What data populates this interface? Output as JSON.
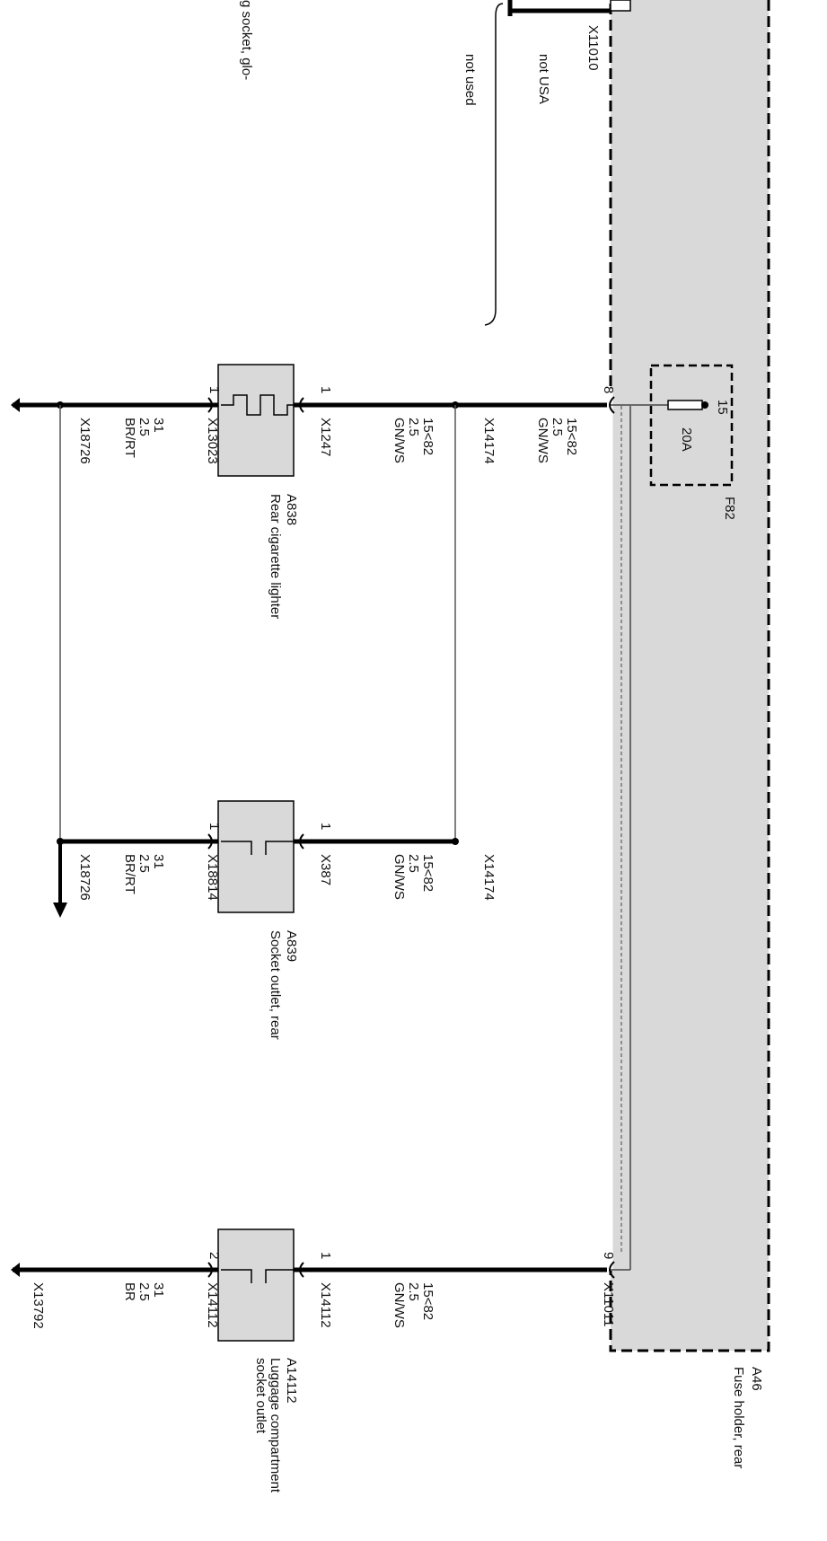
{
  "fuse_holder": {
    "id": "A46",
    "name": "Fuse holder, rear"
  },
  "fuse": {
    "id": "F82",
    "terminal": "15",
    "rating": "20A"
  },
  "top_branch": {
    "fragment": "g socket, glo-",
    "note_not_used": "not used",
    "note_not_usa": "not USA",
    "connector": "X11010"
  },
  "feed_8": {
    "pin": "8",
    "wire_sig": "15<82",
    "wire_size": "2.5",
    "wire_color": "GN/WS",
    "splice": "X14174"
  },
  "lighter": {
    "id": "A838",
    "name": "Rear cigarette lighter",
    "pin_in": "1",
    "connector_in": "X1247",
    "wire_sig": "15<82",
    "wire_size": "2.5",
    "wire_color": "GN/WS",
    "pin_out": "1",
    "connector_out": "X13023",
    "gnd_sig": "31",
    "gnd_size": "2.5",
    "gnd_color": "BR/RT",
    "ground": "X18726"
  },
  "socket_rear": {
    "id": "A839",
    "name": "Socket outlet, rear",
    "pin_in": "1",
    "connector_in": "X387",
    "splice": "X14174",
    "wire_sig": "15<82",
    "wire_size": "2.5",
    "wire_color": "GN/WS",
    "pin_out": "1",
    "connector_out": "X18814",
    "gnd_sig": "31",
    "gnd_size": "2.5",
    "gnd_color": "BR/RT",
    "ground": "X18726"
  },
  "luggage": {
    "id": "A14112",
    "name_line1": "Luggage compartment",
    "name_line2": "socket outlet",
    "feed_pin": "9",
    "feed_connector": "X11011",
    "pin_in": "1",
    "connector_in": "X14112",
    "wire_sig": "15<82",
    "wire_size": "2.5",
    "wire_color": "GN/WS",
    "pin_out": "2",
    "connector_out": "X14112",
    "gnd_sig": "31",
    "gnd_size": "2.5",
    "gnd_color": "BR",
    "ground": "X13792"
  }
}
